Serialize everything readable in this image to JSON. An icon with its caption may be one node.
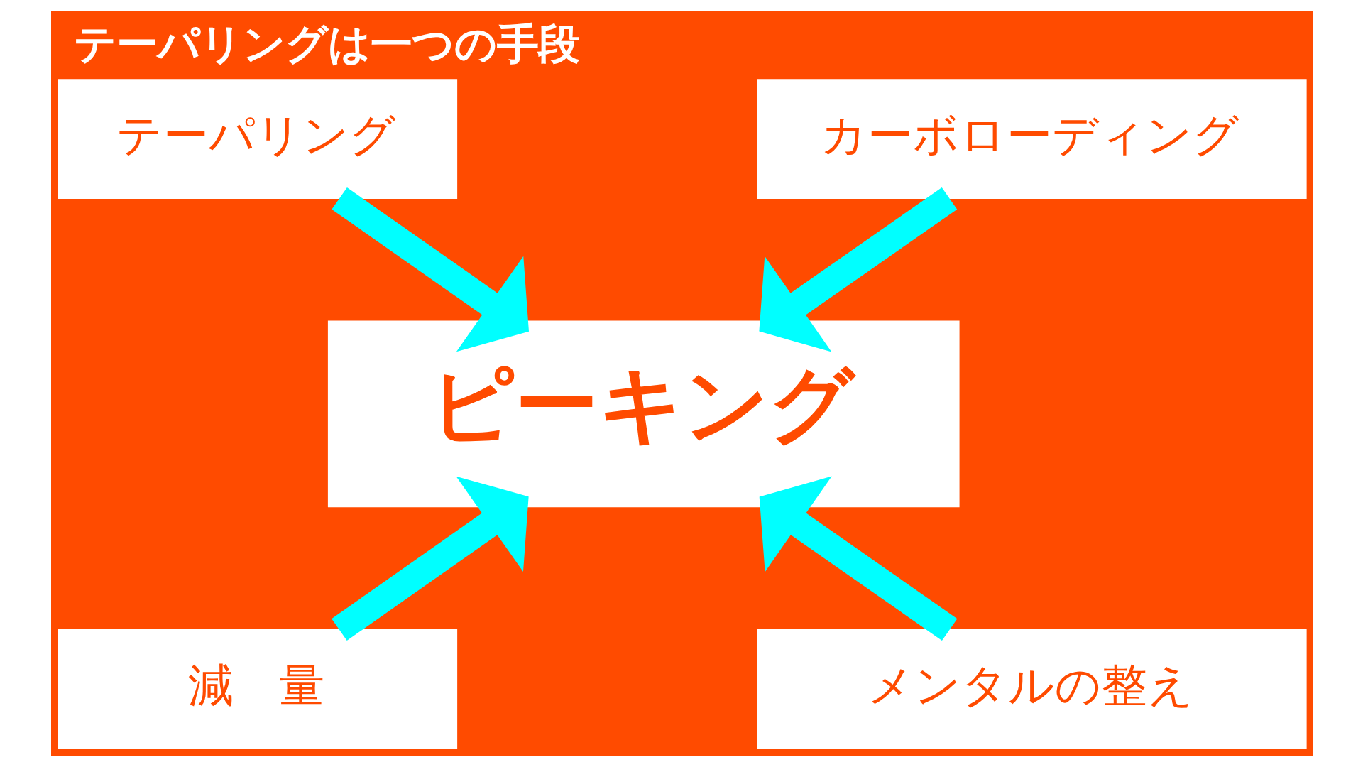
{
  "diagram": {
    "title": "テーパリングは一つの手段",
    "nodes": [
      {
        "text": [
          "テーパリング"
        ]
      },
      {
        "text": [
          "カーボローディング"
        ]
      },
      {
        "text": [
          "ピーキング"
        ]
      },
      {
        "text": [
          "減　量"
        ]
      },
      {
        "text": [
          "メンタルの整え"
        ]
      }
    ],
    "edges": [
      {
        "from": 0,
        "to": 2,
        "arrow": "to"
      },
      {
        "from": 1,
        "to": 2,
        "arrow": "to"
      },
      {
        "from": 3,
        "to": 2,
        "arrow": "to"
      },
      {
        "from": 4,
        "to": 2,
        "arrow": "to"
      }
    ]
  }
}
